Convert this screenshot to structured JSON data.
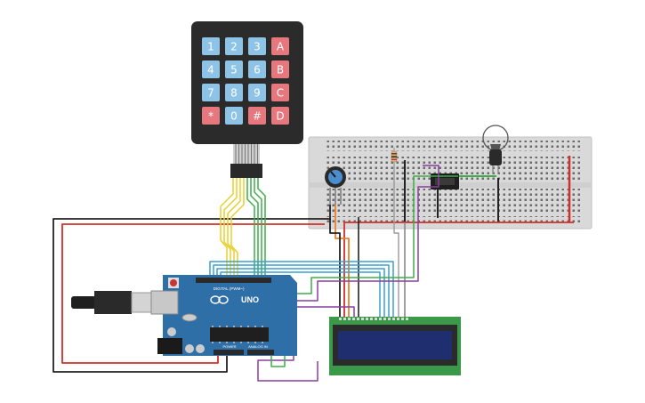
{
  "keypad": {
    "keys": [
      {
        "label": "1",
        "kind": "digit"
      },
      {
        "label": "2",
        "kind": "digit"
      },
      {
        "label": "3",
        "kind": "digit"
      },
      {
        "label": "A",
        "kind": "letter"
      },
      {
        "label": "4",
        "kind": "digit"
      },
      {
        "label": "5",
        "kind": "digit"
      },
      {
        "label": "6",
        "kind": "digit"
      },
      {
        "label": "B",
        "kind": "letter"
      },
      {
        "label": "7",
        "kind": "digit"
      },
      {
        "label": "8",
        "kind": "digit"
      },
      {
        "label": "9",
        "kind": "digit"
      },
      {
        "label": "C",
        "kind": "letter"
      },
      {
        "label": "*",
        "kind": "symbol"
      },
      {
        "label": "0",
        "kind": "digit"
      },
      {
        "label": "#",
        "kind": "symbol"
      },
      {
        "label": "D",
        "kind": "letter"
      }
    ],
    "colors": {
      "body": "#2b2b2b",
      "digit_key": "#8ec3e8",
      "letter_key": "#e6777d",
      "symbol_key": "#e6777d"
    }
  },
  "arduino": {
    "model": "UNO",
    "brand_icon": "arduino-infinity-logo",
    "labels": {
      "power": "POWER",
      "analog": "ANALOG IN",
      "digital": "DIGITAL (PWM~)"
    },
    "colors": {
      "board": "#2e6fa8",
      "header": "#2a2a2a"
    }
  },
  "lcd": {
    "colors": {
      "pcb": "#3a9a4a",
      "screen": "#1f2e6e",
      "bezel": "#2b2b2b"
    }
  },
  "wires": {
    "colors": {
      "red": "#d0302a",
      "black": "#222222",
      "yellow": "#e8cf2a",
      "green": "#3fae4a",
      "blue": "#3a9fd0",
      "purple": "#8a3ea0",
      "orange": "#e8822a",
      "grey": "#888888"
    }
  },
  "components": {
    "breadboard_icon": "breadboard",
    "potentiometer_icon": "potentiometer",
    "resistor_icon": "resistor",
    "relay_icon": "relay",
    "bulb_icon": "light-bulb",
    "usb_icon": "usb-cable"
  }
}
